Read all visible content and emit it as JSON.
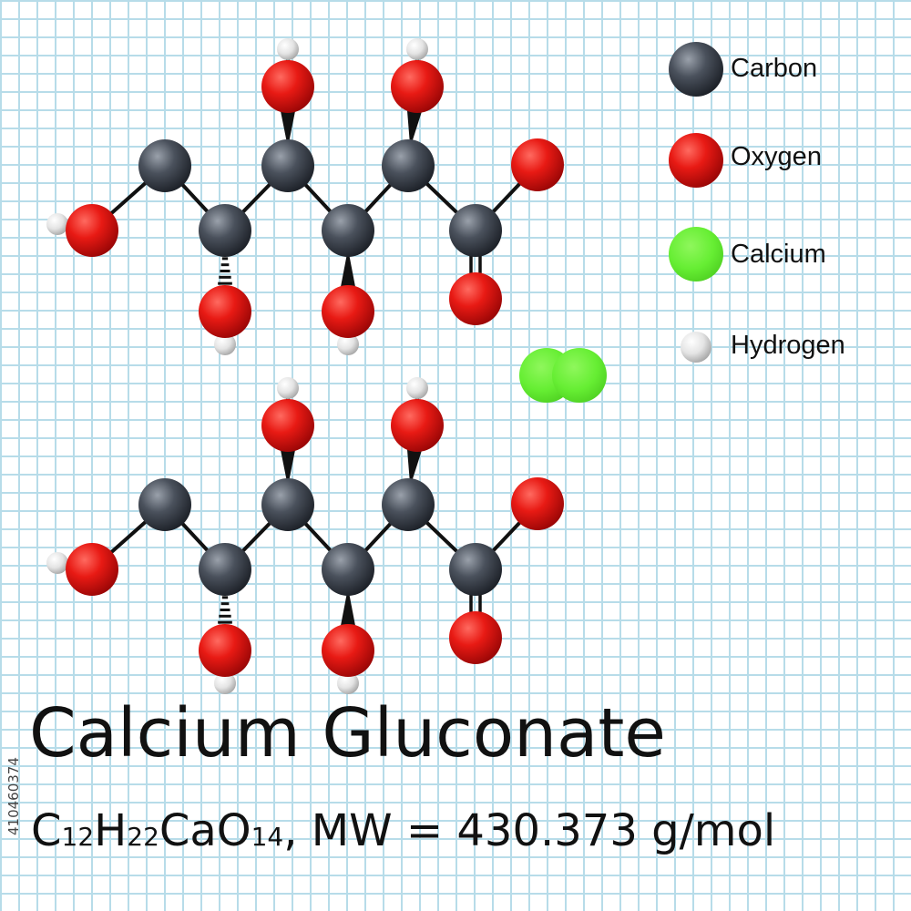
{
  "title": "Calcium Gluconate",
  "formula": {
    "parts": [
      {
        "text": "C",
        "sub": false
      },
      {
        "text": "12",
        "sub": true
      },
      {
        "text": "H",
        "sub": false
      },
      {
        "text": "22",
        "sub": true
      },
      {
        "text": "CaO",
        "sub": false
      },
      {
        "text": "14",
        "sub": true
      },
      {
        "text": ", MW = 430.373 g/mol",
        "sub": false
      }
    ]
  },
  "legend": [
    {
      "element": "carbon",
      "label": "Carbon"
    },
    {
      "element": "oxygen",
      "label": "Oxygen"
    },
    {
      "element": "calcium",
      "label": "Calcium"
    },
    {
      "element": "hydrogen",
      "label": "Hydrogen"
    }
  ],
  "colors": {
    "carbon": "#3d4450",
    "oxygen": "#e51717",
    "calcium": "#66ee33",
    "hydrogen": "#e6e6e6",
    "grid": "#b7dce9"
  },
  "watermark": "410460374",
  "molecule": {
    "atoms": [
      {
        "id": "C1",
        "element": "carbon"
      },
      {
        "id": "C2",
        "element": "carbon"
      },
      {
        "id": "C3",
        "element": "carbon"
      },
      {
        "id": "C4",
        "element": "carbon"
      },
      {
        "id": "C5",
        "element": "carbon"
      },
      {
        "id": "C6",
        "element": "carbon"
      },
      {
        "id": "O1",
        "element": "oxygen"
      },
      {
        "id": "O2",
        "element": "oxygen"
      },
      {
        "id": "O3",
        "element": "oxygen"
      },
      {
        "id": "O4",
        "element": "oxygen"
      },
      {
        "id": "O5",
        "element": "oxygen"
      },
      {
        "id": "O6",
        "element": "oxygen"
      },
      {
        "id": "O7",
        "element": "oxygen"
      },
      {
        "id": "H1",
        "element": "hydrogen"
      },
      {
        "id": "H2",
        "element": "hydrogen"
      },
      {
        "id": "H3",
        "element": "hydrogen"
      },
      {
        "id": "H4",
        "element": "hydrogen"
      },
      {
        "id": "H5",
        "element": "hydrogen"
      }
    ],
    "bonds": [
      {
        "from": "C1",
        "to": "C2",
        "style": "single"
      },
      {
        "from": "C2",
        "to": "C3",
        "style": "single"
      },
      {
        "from": "C3",
        "to": "C4",
        "style": "single"
      },
      {
        "from": "C4",
        "to": "C5",
        "style": "single"
      },
      {
        "from": "C5",
        "to": "C6",
        "style": "single"
      },
      {
        "from": "C1",
        "to": "O1",
        "style": "single"
      },
      {
        "from": "C2",
        "to": "O2",
        "style": "hashed-wedge"
      },
      {
        "from": "C3",
        "to": "O3",
        "style": "wedge"
      },
      {
        "from": "C4",
        "to": "O4",
        "style": "wedge"
      },
      {
        "from": "C5",
        "to": "O5",
        "style": "wedge"
      },
      {
        "from": "C6",
        "to": "O6",
        "style": "single"
      },
      {
        "from": "C6",
        "to": "O7",
        "style": "double"
      },
      {
        "from": "O1",
        "to": "H1",
        "style": "single"
      },
      {
        "from": "O2",
        "to": "H2",
        "style": "single"
      },
      {
        "from": "O3",
        "to": "H3",
        "style": "single"
      },
      {
        "from": "O4",
        "to": "H4",
        "style": "single"
      },
      {
        "from": "O5",
        "to": "H5",
        "style": "single"
      }
    ]
  },
  "ions": [
    {
      "element": "calcium"
    },
    {
      "element": "calcium"
    }
  ]
}
